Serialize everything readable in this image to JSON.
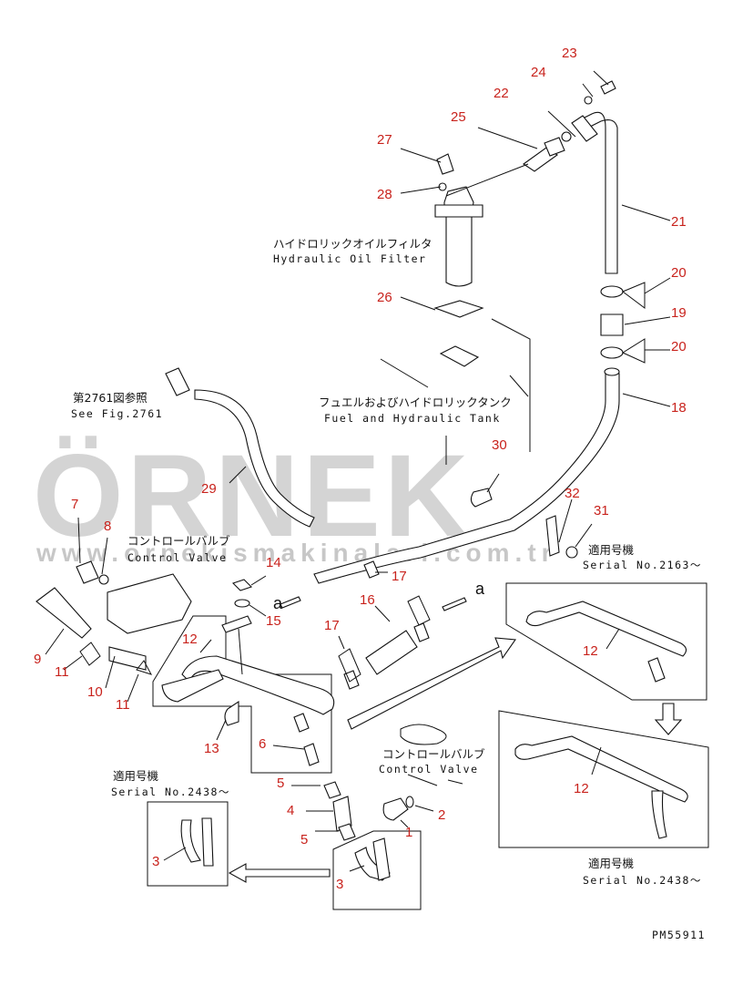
{
  "part_numbers": [
    "1",
    "2",
    "3",
    "3",
    "4",
    "5",
    "5",
    "6",
    "7",
    "8",
    "9",
    "10",
    "11",
    "11",
    "12",
    "12",
    "12",
    "13",
    "14",
    "15",
    "16",
    "17",
    "17",
    "18",
    "19",
    "20",
    "20",
    "21",
    "22",
    "23",
    "24",
    "25",
    "26",
    "27",
    "28",
    "29",
    "30",
    "31",
    "32"
  ],
  "labels": {
    "hydraulic_filter_jp": "ハイドロリックオイルフィルタ",
    "hydraulic_filter_en": "Hydraulic Oil Filter",
    "tank_jp": "フュエルおよびハイドロリックタンク",
    "tank_en": "Fuel and Hydraulic Tank",
    "see_fig_jp": "第2761図参照",
    "see_fig_en": "See Fig.2761",
    "control_valve_jp_1": "コントロールバルブ",
    "control_valve_en_1": "Control Valve",
    "control_valve_jp_2": "コントロールバルブ",
    "control_valve_en_2": "Control Valve",
    "applicable_jp_1": "適用号機",
    "serial_1": "Serial No.2163～",
    "applicable_jp_2": "適用号機",
    "serial_2": "Serial No.2438～",
    "applicable_jp_3": "適用号機",
    "serial_3": "Serial No.2438～",
    "view_a_1": "a",
    "view_a_2": "a",
    "drawing_code": "PM55911"
  },
  "watermark": {
    "main": "ÖRNEK",
    "url": "www.ornekismakinalari.com.tr"
  },
  "colors": {
    "part_number": "#c8221c",
    "line": "#111111",
    "watermark": "#9a9a9a"
  }
}
